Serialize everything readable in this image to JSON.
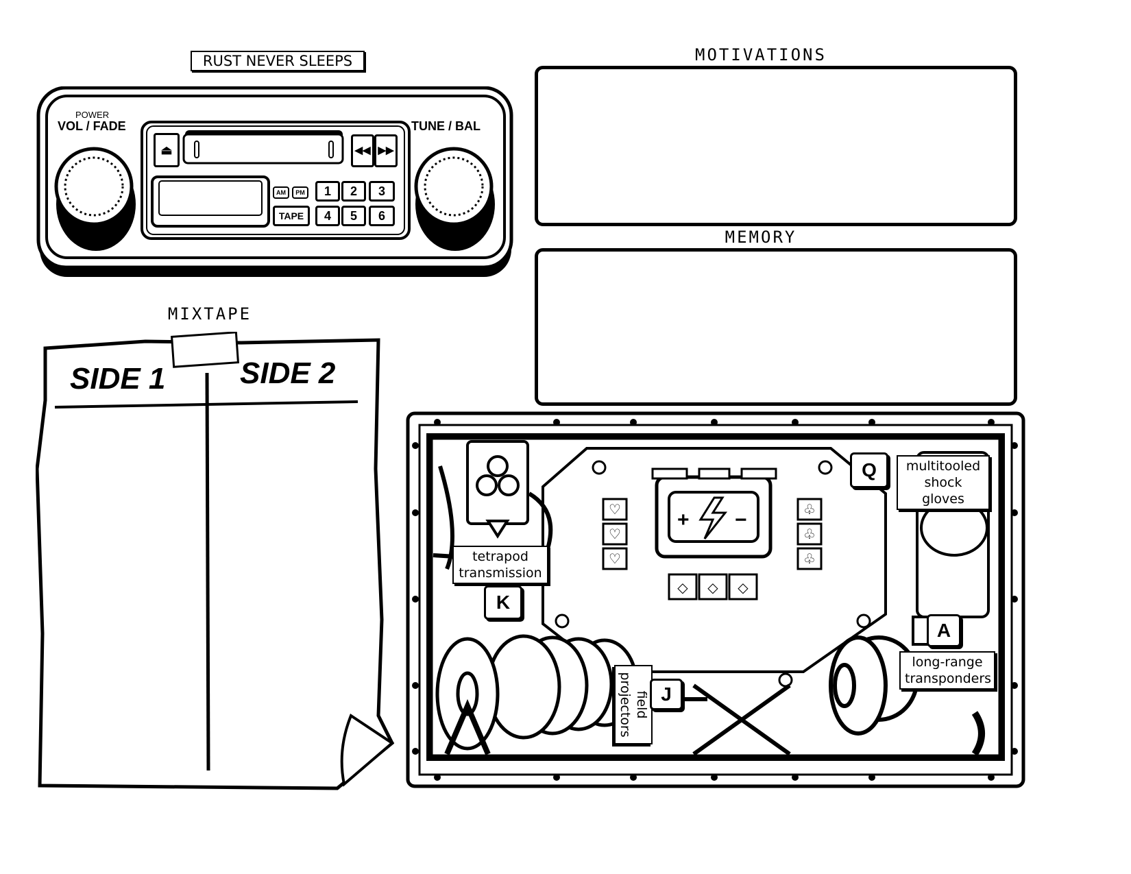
{
  "radio": {
    "label_strip": "RUST NEVER SLEEPS",
    "left_knob_top": "POWER",
    "left_knob_label": "VOL / FADE",
    "right_knob_label": "TUNE / BAL",
    "eject_icon": "eject-icon",
    "rewind_icon": "rewind-icon",
    "fastforward_icon": "fastforward-icon",
    "am_label": "AM",
    "pm_label": "PM",
    "tape_label": "TAPE",
    "presets": [
      "1",
      "2",
      "3",
      "4",
      "5",
      "6"
    ]
  },
  "sections": {
    "motivations": "MOTIVATIONS",
    "memory": "MEMORY",
    "mixtape": "MIXTAPE"
  },
  "mixtape": {
    "side1": "SIDE 1",
    "side2": "SIDE 2"
  },
  "machine": {
    "callouts": {
      "q_label": "multitooled shock gloves",
      "k_label": "tetrapod transmission",
      "a_label": "long-range transponders",
      "j_label": "field projectors"
    },
    "keys": {
      "q": "Q",
      "k": "K",
      "a": "A",
      "j": "J"
    },
    "battery_icon": "battery-bolt-icon",
    "suits": {
      "left": "heart-icon",
      "right": "club-icon",
      "bottom": "diamond-icon"
    }
  }
}
